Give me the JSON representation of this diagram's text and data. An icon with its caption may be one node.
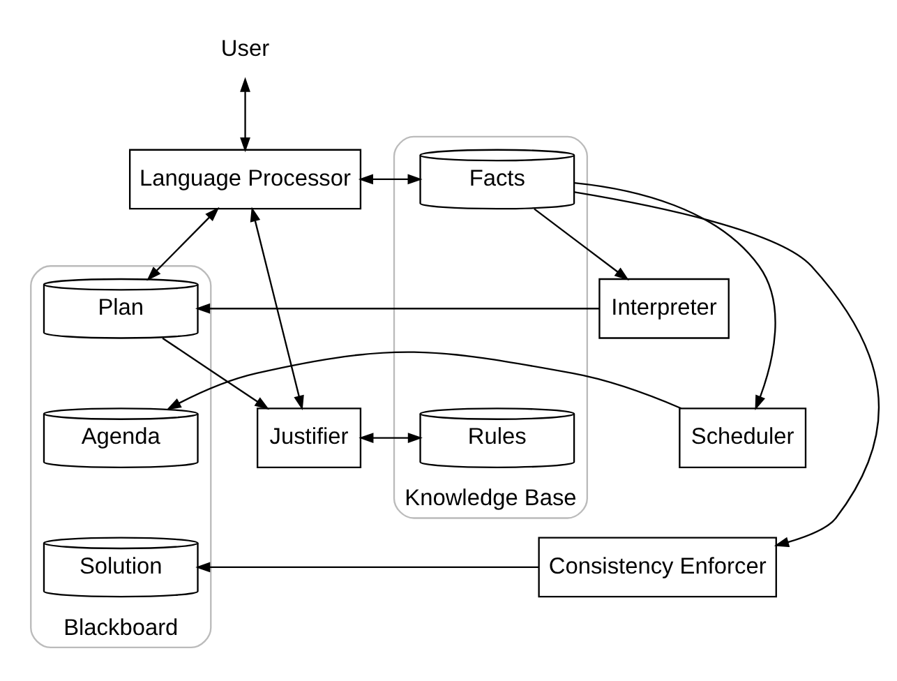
{
  "diagram": {
    "nodes": [
      {
        "text": [
          "User"
        ]
      },
      {
        "text": [
          "Language Processor"
        ]
      },
      {
        "text": [
          "Knowledge Base"
        ]
      },
      {
        "text": [
          "Facts"
        ],
        "in": 2
      },
      {
        "text": [
          "Rules"
        ],
        "in": 2
      },
      {
        "text": [
          "Justifier"
        ]
      },
      {
        "text": [
          "Blackboard"
        ]
      },
      {
        "text": [
          "Plan"
        ],
        "in": 6
      },
      {
        "text": [
          "Agenda"
        ],
        "in": 6
      },
      {
        "text": [
          "Solution"
        ],
        "in": 6
      },
      {
        "text": [
          "Interpreter"
        ]
      },
      {
        "text": [
          "Scheduler"
        ]
      },
      {
        "text": [
          "Consistency Enforcer"
        ]
      }
    ],
    "edges": [
      {
        "from": 0,
        "to": 1,
        "arrow": "both"
      },
      {
        "from": 1,
        "to": 3,
        "arrow": "both"
      },
      {
        "from": 1,
        "to": 5,
        "arrow": "both"
      },
      {
        "from": 5,
        "to": 4,
        "arrow": "both"
      },
      {
        "from": 1,
        "to": 7,
        "arrow": "both"
      },
      {
        "from": 7,
        "to": 5,
        "arrow": "to"
      },
      {
        "from": 3,
        "to": 10,
        "arrow": "to"
      },
      {
        "from": 3,
        "to": 11,
        "arrow": "to"
      },
      {
        "from": 3,
        "to": 12,
        "arrow": "to"
      },
      {
        "from": 10,
        "to": 7,
        "arrow": "to"
      },
      {
        "from": 11,
        "to": 8,
        "arrow": "to"
      },
      {
        "from": 12,
        "to": 9,
        "arrow": "to"
      }
    ]
  }
}
